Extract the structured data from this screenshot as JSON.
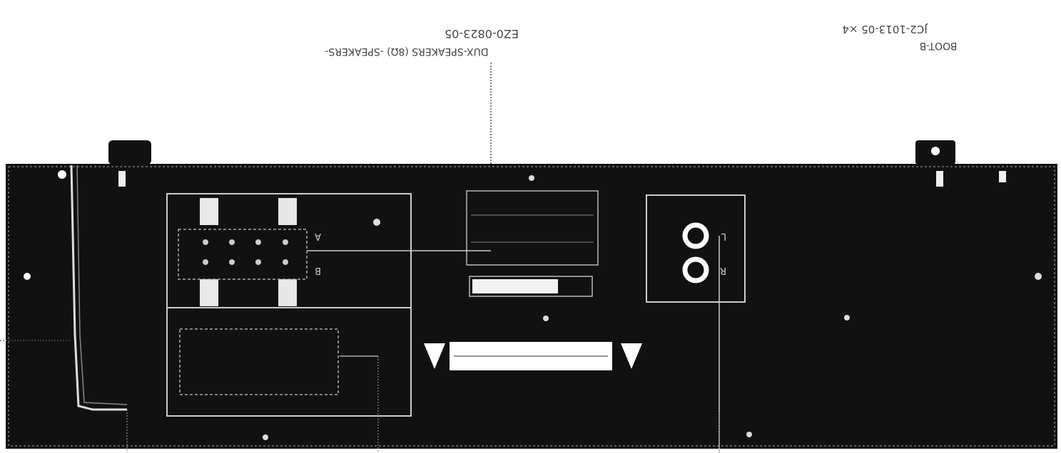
{
  "callouts": {
    "top_center_code": "EZ0-0823-05",
    "top_center_desc": "DUX-SPEAKERS (8Ω) -SPEAKERS-",
    "top_right_code": "JC2-1013-05 ×4",
    "top_right_desc": "BOOT-B"
  },
  "panel": {
    "speaker_labels": [
      "A",
      "B"
    ],
    "jack_labels": [
      "L",
      "R"
    ]
  },
  "colors": {
    "panel": "#111111",
    "line": "#222222",
    "text": "#555555"
  }
}
